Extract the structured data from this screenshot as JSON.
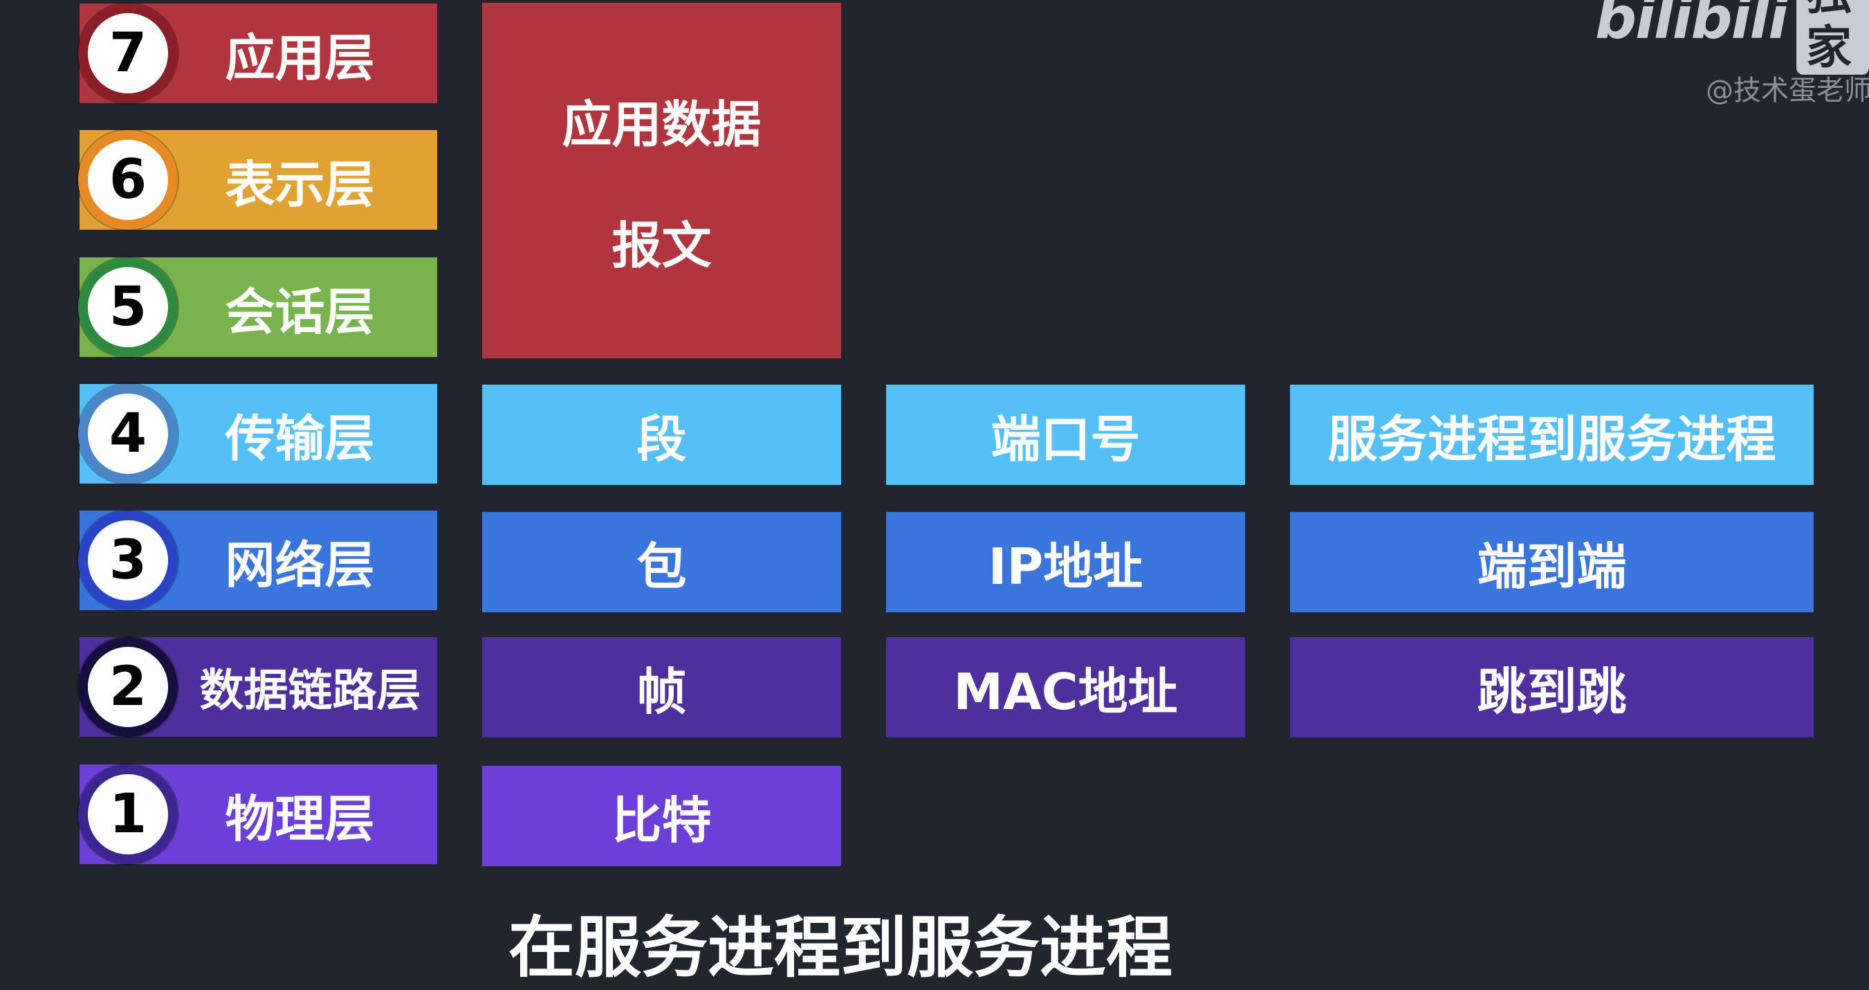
{
  "watermark": {
    "logo_text": "bilibili",
    "logo_badge": "独家",
    "credit": "@技术蛋老师"
  },
  "layers": [
    {
      "number": "7",
      "name": "应用层",
      "color": "#b0353f",
      "ring": "#8a1f2a"
    },
    {
      "number": "6",
      "name": "表示层",
      "color": "#e0a232",
      "ring": "#e58a25"
    },
    {
      "number": "5",
      "name": "会话层",
      "color": "#79b34e",
      "ring": "#2e8a3e"
    },
    {
      "number": "4",
      "name": "传输层",
      "color": "#55c0f7",
      "ring": "#4a86c7"
    },
    {
      "number": "3",
      "name": "网络层",
      "color": "#3a74dd",
      "ring": "#2a44c8"
    },
    {
      "number": "2",
      "name": "数据链路层",
      "color": "#4e2f9d",
      "ring": "#150f3f"
    },
    {
      "number": "1",
      "name": "物理层",
      "color": "#6e3fd8",
      "ring": "#3d2590"
    }
  ],
  "application_data": {
    "line1": "应用数据",
    "line2": "报文",
    "color": "#b0353f"
  },
  "transport": {
    "unit": "段",
    "address": "端口号",
    "scope": "服务进程到服务进程",
    "color": "#55c0f7"
  },
  "network": {
    "unit": "包",
    "address": "IP地址",
    "scope": "端到端",
    "color": "#3a74dd"
  },
  "datalink": {
    "unit": "帧",
    "address": "MAC地址",
    "scope": "跳到跳",
    "color": "#4e2f9d"
  },
  "physical": {
    "unit": "比特",
    "color": "#6e3fd8"
  },
  "subtitle": "在服务进程到服务进程"
}
